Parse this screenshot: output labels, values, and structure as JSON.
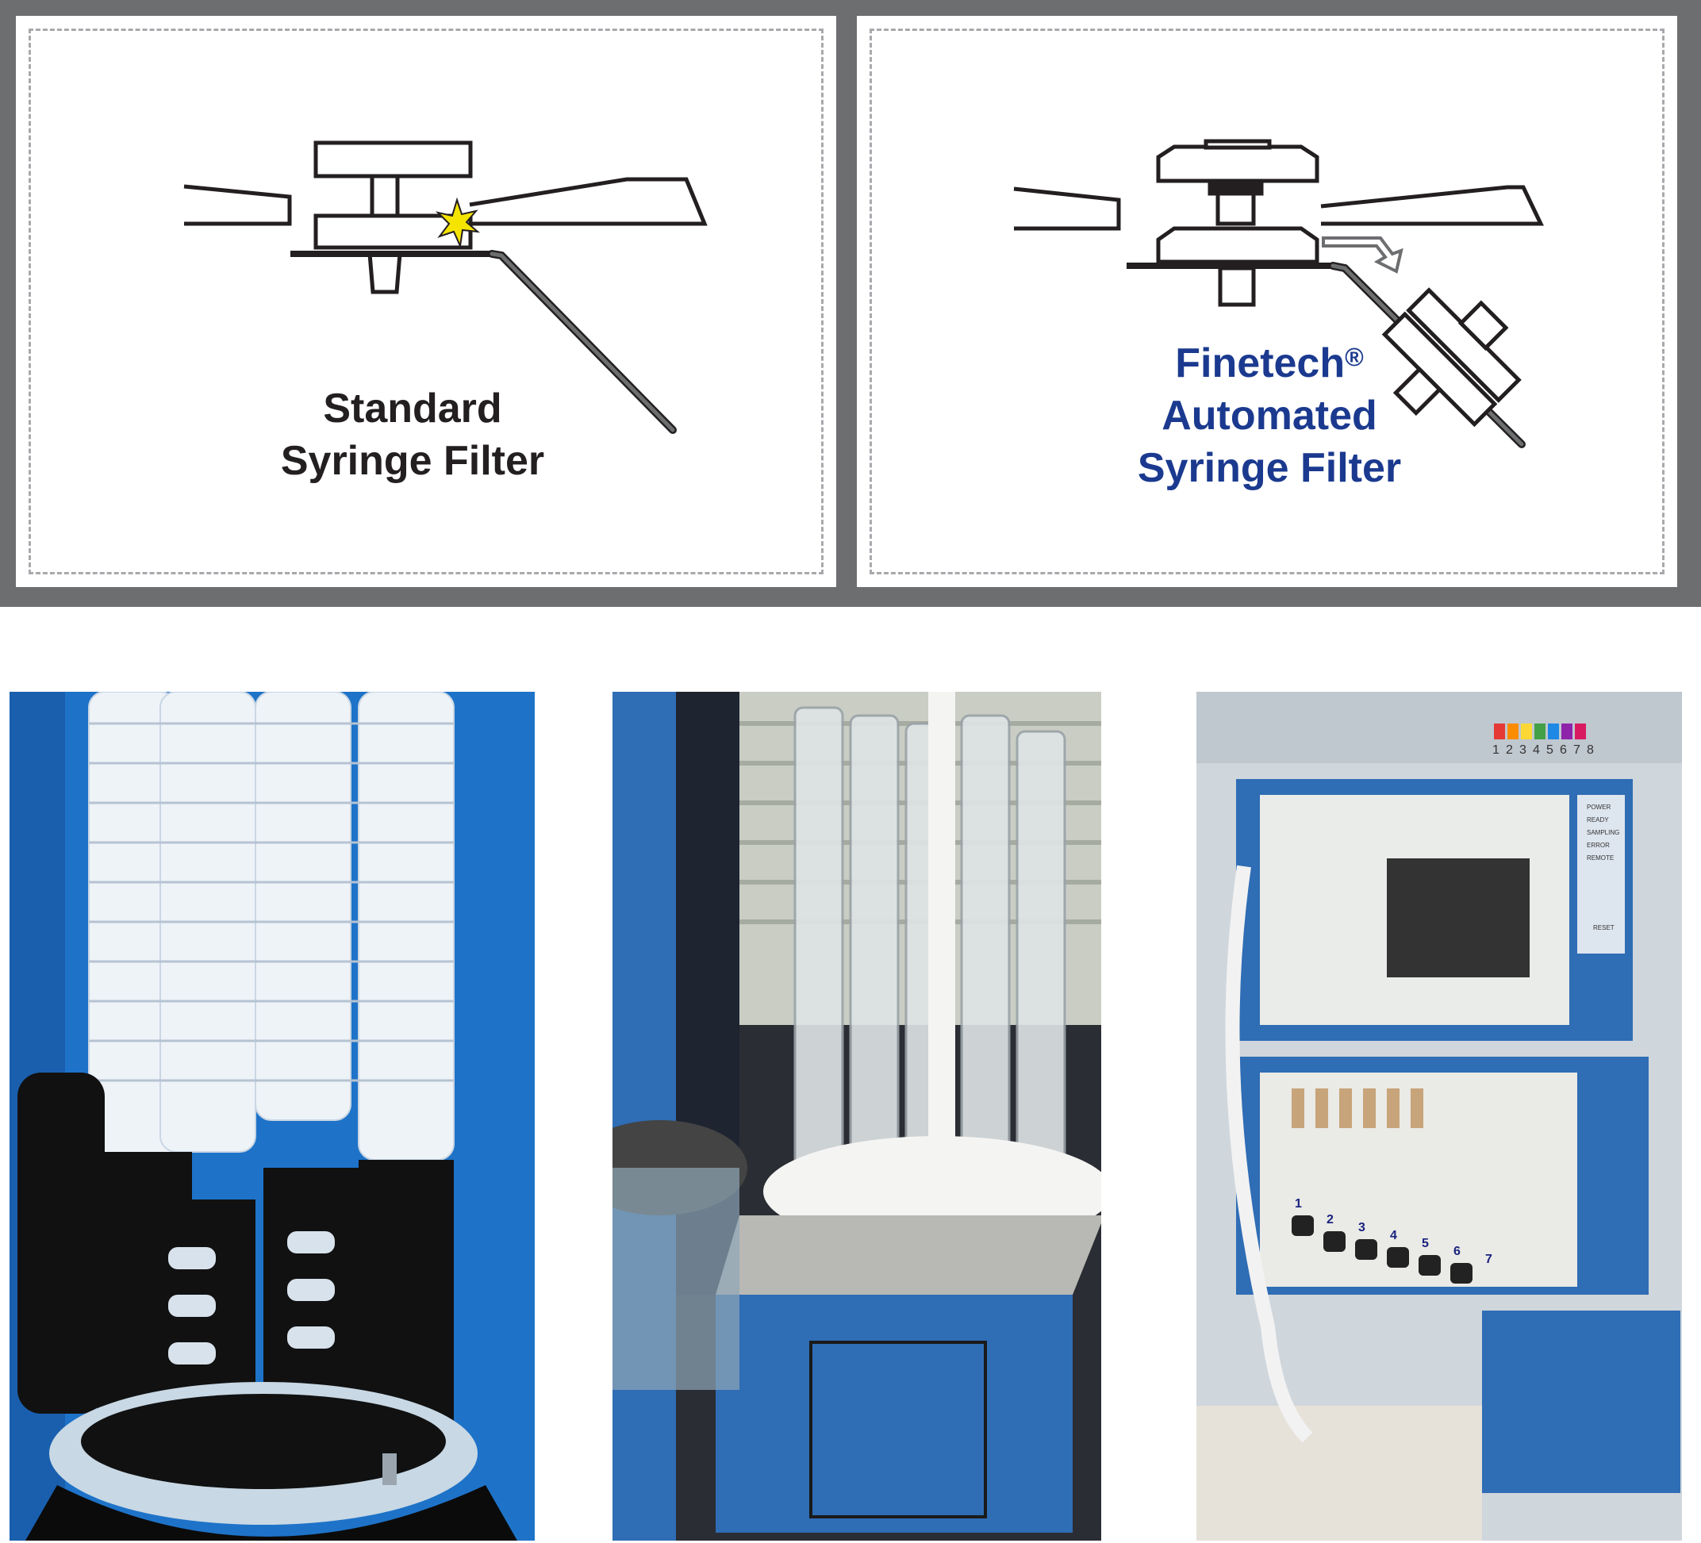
{
  "comparison": {
    "standard": {
      "line1": "Standard",
      "line2": "Syringe Filter",
      "text_color": "#231f20"
    },
    "finetech": {
      "brand": "Finetech",
      "registered_mark": "®",
      "line2": "Automated",
      "line3": "Syringe Filter",
      "text_color": "#1b3a8f"
    }
  },
  "photos": [
    {
      "subject": "stacked syringe filter columns"
    },
    {
      "subject": "clear filter tube carousel on stand"
    },
    {
      "subject": "automated filtration instrument",
      "channel_labels": [
        "1",
        "2",
        "3",
        "4",
        "5",
        "6",
        "7",
        "8"
      ],
      "status_labels": [
        "POWER",
        "READY",
        "SAMPLING",
        "ERROR",
        "REMOTE"
      ],
      "reset_label": "RESET",
      "port_numbers": [
        "1",
        "2",
        "3",
        "4",
        "5",
        "6",
        "7"
      ]
    }
  ],
  "colors": {
    "frame": "#6d6e70",
    "instrument_blue": "#2f6db5",
    "spark": "#f5e400"
  }
}
